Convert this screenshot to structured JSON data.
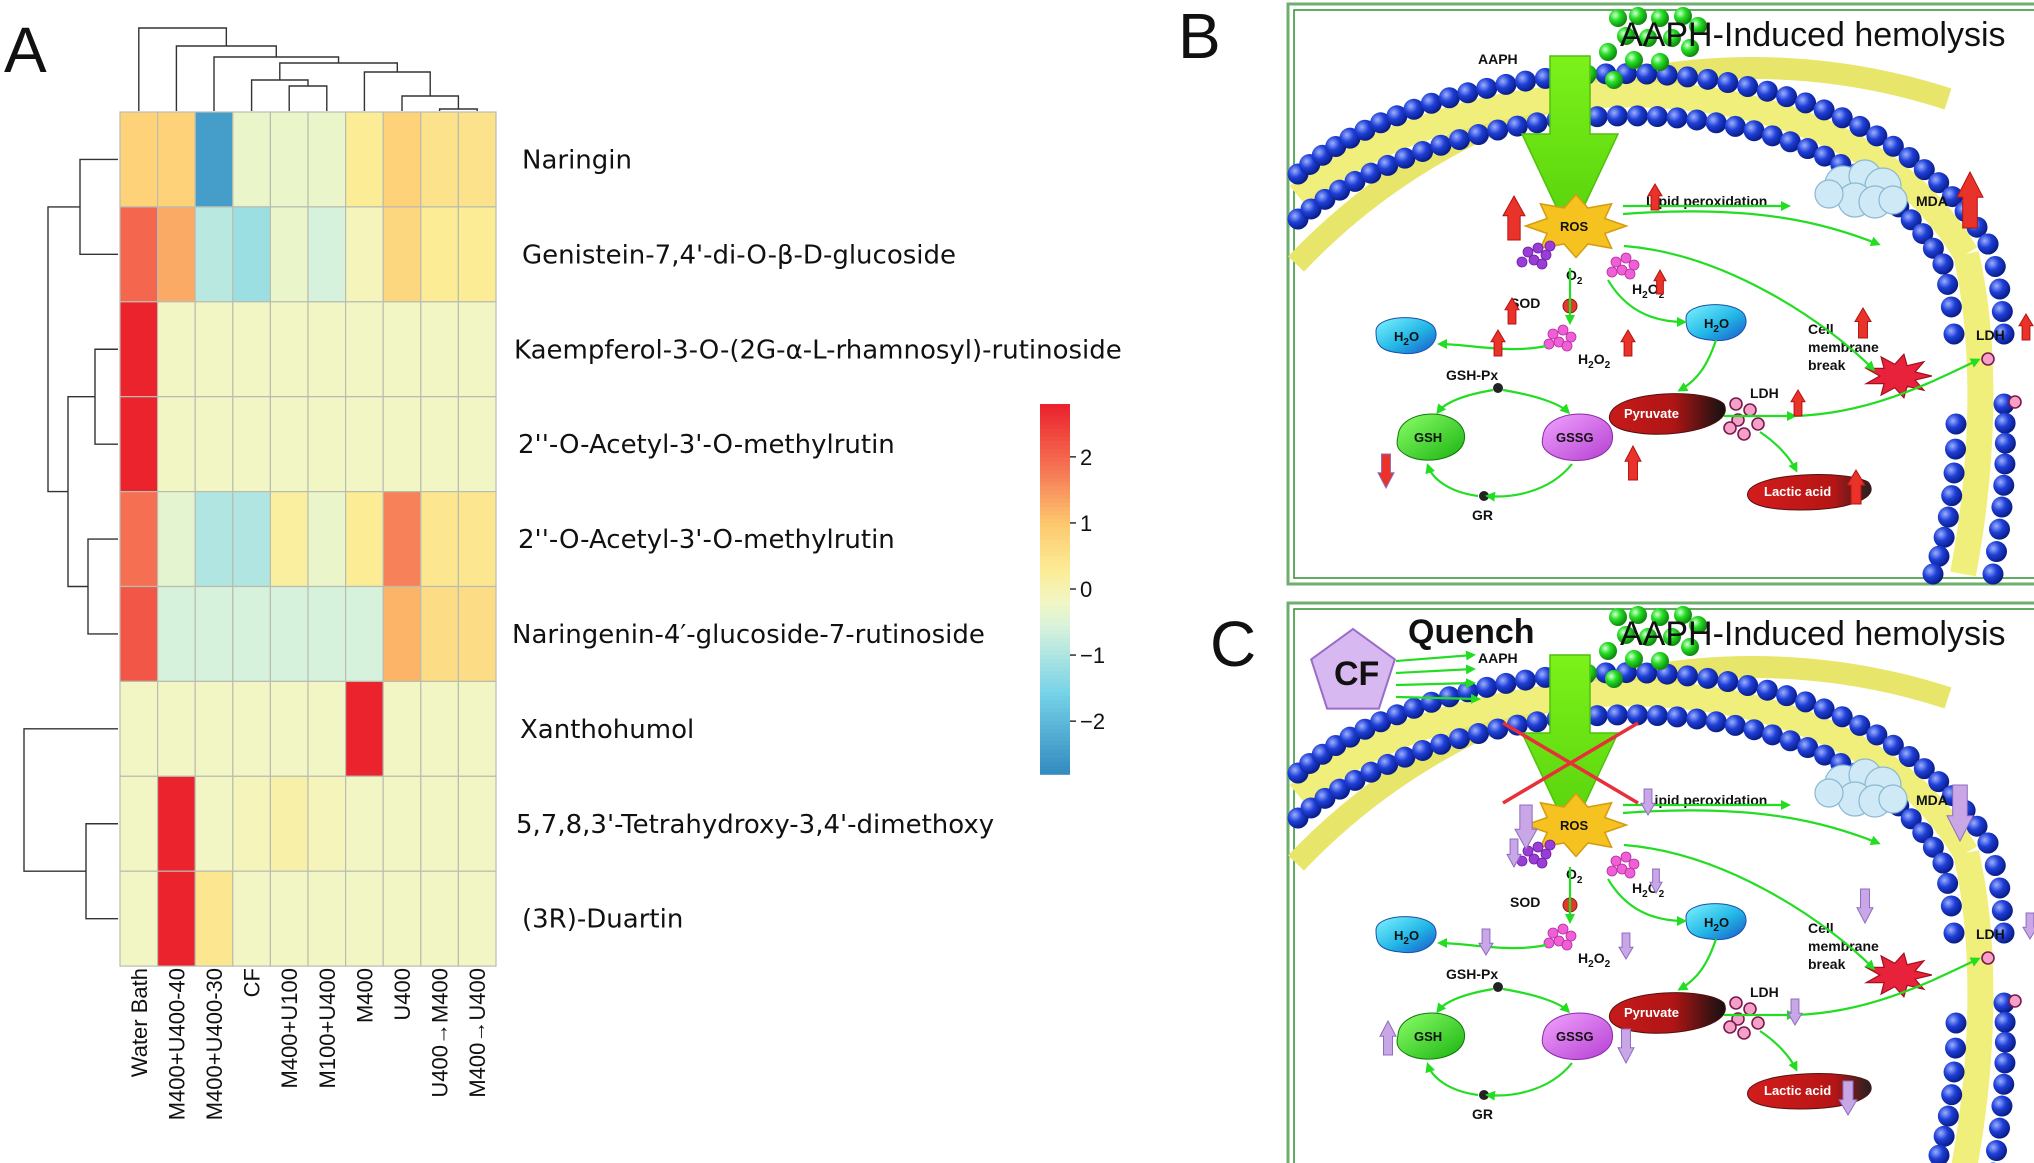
{
  "panel_labels": {
    "a": "A",
    "b": "B",
    "c": "C"
  },
  "heatmap": {
    "columns": [
      "Water Bath",
      "M400+U400-40",
      "M400+U400-30",
      "CF",
      "M400+U100",
      "M100+U400",
      "M400",
      "U400",
      "U400→M400",
      "M400→U400"
    ],
    "rows": [
      "Naringin",
      "Genistein-7,4'-di-O-β-D-glucoside",
      "Kaempferol-3-O-(2G-α-L-rhamnosyl)-rutinoside",
      "2''-O-Acetyl-3'-O-methylrutin",
      "2''-O-Acetyl-3'-O-methylrutin",
      "Naringenin-4′-glucoside-7-rutinoside",
      "Xanthohumol",
      "5,7,8,3'-Tetrahydroxy-3,4'-dimethoxy",
      "(3R)-Duartin"
    ],
    "colorbar_ticks": [
      "2",
      "1",
      "0",
      "−1",
      "−2"
    ],
    "colorbar_range": [
      -2.8,
      2.8
    ],
    "values": [
      [
        0.8,
        0.8,
        -2.5,
        -0.3,
        -0.3,
        -0.3,
        0.3,
        0.8,
        0.5,
        0.5
      ],
      [
        2.0,
        1.3,
        -0.9,
        -1.2,
        -0.3,
        -0.6,
        -0.1,
        0.7,
        0.3,
        0.3
      ],
      [
        2.8,
        -0.2,
        -0.2,
        -0.2,
        -0.2,
        -0.2,
        -0.2,
        -0.2,
        -0.2,
        -0.2
      ],
      [
        2.8,
        -0.2,
        -0.2,
        -0.2,
        -0.2,
        -0.2,
        -0.2,
        -0.2,
        -0.2,
        -0.2
      ],
      [
        1.9,
        -0.4,
        -1.0,
        -1.0,
        0.2,
        -0.3,
        0.3,
        1.7,
        0.4,
        0.4
      ],
      [
        2.2,
        -0.6,
        -0.6,
        -0.6,
        -0.6,
        -0.6,
        -0.6,
        1.2,
        0.6,
        0.6
      ],
      [
        -0.2,
        -0.2,
        -0.2,
        -0.2,
        -0.2,
        -0.2,
        2.8,
        -0.2,
        -0.2,
        -0.2
      ],
      [
        -0.2,
        2.8,
        -0.2,
        -0.1,
        0.1,
        -0.1,
        -0.2,
        -0.2,
        -0.2,
        -0.2
      ],
      [
        -0.2,
        2.8,
        0.4,
        -0.2,
        -0.2,
        -0.2,
        -0.2,
        -0.2,
        -0.2,
        -0.2
      ]
    ]
  },
  "pathway": {
    "b_title": "AAPH-Induced hemolysis",
    "c_title": "AAPH-Induced hemolysis",
    "aaph": "AAPH",
    "ros": "ROS",
    "lipid_peroxidation": "Lipid peroxidation",
    "mda": "MDA",
    "o2": "O",
    "o2_sub": "2",
    "h2o2": "H",
    "h2o2_sub1": "2",
    "h2o2_o": "O",
    "h2o2_sub2": "2",
    "sod": "SOD",
    "h2o": "H",
    "h2o_sub": "2",
    "h2o_o": "O",
    "gsh_px": "GSH-Px",
    "gsh": "GSH",
    "gssg": "GSSG",
    "gr": "GR",
    "pyruvate": "Pyruvate",
    "ldh": "LDH",
    "lactic": "Lactic acid",
    "cell1": "Cell",
    "cell2": "membrane",
    "cell3": "break",
    "cf": "CF",
    "quench": "Quench"
  },
  "colors": {
    "up_arrow": "#e8322a",
    "down_arrow": "#c9a6e6",
    "green": "#22dd22",
    "membrane": "#1f3fd8",
    "frame": "#2f8f2f"
  }
}
